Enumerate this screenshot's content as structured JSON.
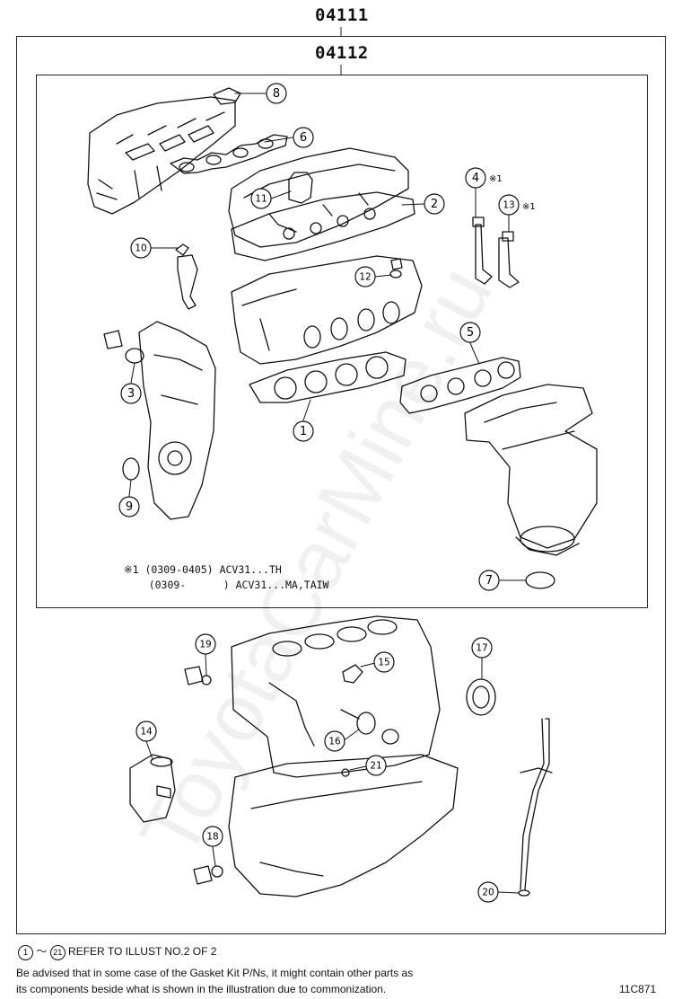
{
  "kit_numbers": {
    "outer": "04111",
    "inner": "04112"
  },
  "note": {
    "line1": "※1 (0309-0405) ACV31...TH",
    "line2": "    (0309-      ) ACV31...MA,TAIW"
  },
  "callouts": [
    {
      "id": "1",
      "label": "1"
    },
    {
      "id": "2",
      "label": "2"
    },
    {
      "id": "3",
      "label": "3"
    },
    {
      "id": "4",
      "label": "4"
    },
    {
      "id": "5",
      "label": "5"
    },
    {
      "id": "6",
      "label": "6"
    },
    {
      "id": "7",
      "label": "7"
    },
    {
      "id": "8",
      "label": "8"
    },
    {
      "id": "9",
      "label": "9"
    },
    {
      "id": "10",
      "label": "10"
    },
    {
      "id": "11",
      "label": "11"
    },
    {
      "id": "12",
      "label": "12"
    },
    {
      "id": "13",
      "label": "13"
    },
    {
      "id": "14",
      "label": "14"
    },
    {
      "id": "15",
      "label": "15"
    },
    {
      "id": "16",
      "label": "16"
    },
    {
      "id": "17",
      "label": "17"
    },
    {
      "id": "18",
      "label": "18"
    },
    {
      "id": "19",
      "label": "19"
    },
    {
      "id": "20",
      "label": "20"
    },
    {
      "id": "21",
      "label": "21"
    }
  ],
  "star_mark": "※1",
  "footer": {
    "refer_start": "1",
    "refer_tilde": "～",
    "refer_end": "21",
    "refer_text": "REFER TO ILLUST NO.2 OF 2",
    "advice_line1": "Be advised that in some case of the Gasket Kit P/Ns,  it might contain other parts as",
    "advice_line2": "its components beside what is shown in the illustration due to commonization.",
    "illustration_code": "11C871"
  },
  "watermark": "ToyotaCarMine.ru"
}
